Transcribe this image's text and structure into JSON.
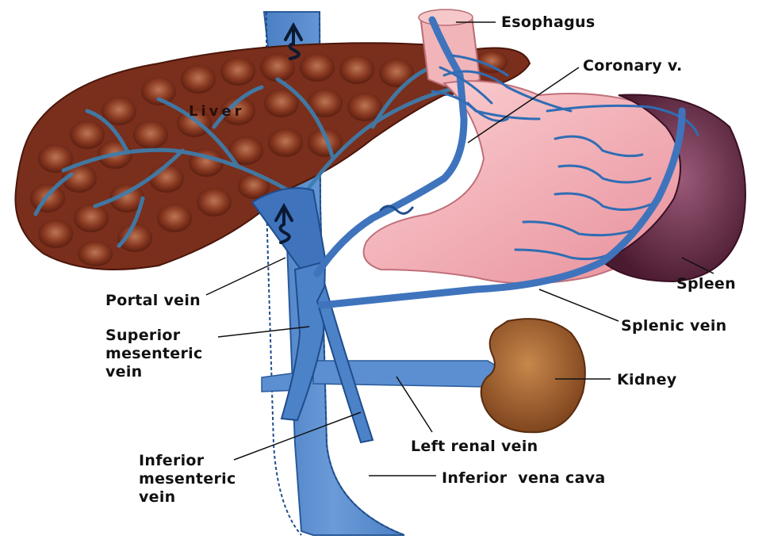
{
  "diagram": {
    "labels": {
      "esophagus": "Esophagus",
      "coronary": "Coronary v.",
      "liver": "Liver",
      "spleen": "Spleen",
      "portal_vein": "Portal vein",
      "sup_mes_1": "Superior",
      "sup_mes_2": "mesenteric",
      "sup_mes_3": "vein",
      "splenic_vein": "Splenic vein",
      "kidney": "Kidney",
      "left_renal": "Left renal vein",
      "inf_mes_1": "Inferior",
      "inf_mes_2": "mesenteric",
      "inf_mes_3": "vein",
      "ivc": "Inferior  vena cava"
    },
    "colors": {
      "vein_blue": "#4f86cc",
      "vein_dark": "#2f62a6",
      "liver": "#7a2e1c",
      "stomach": "#f0a8b0",
      "spleen": "#6b2f4a",
      "kidney": "#9a5a2c"
    }
  }
}
